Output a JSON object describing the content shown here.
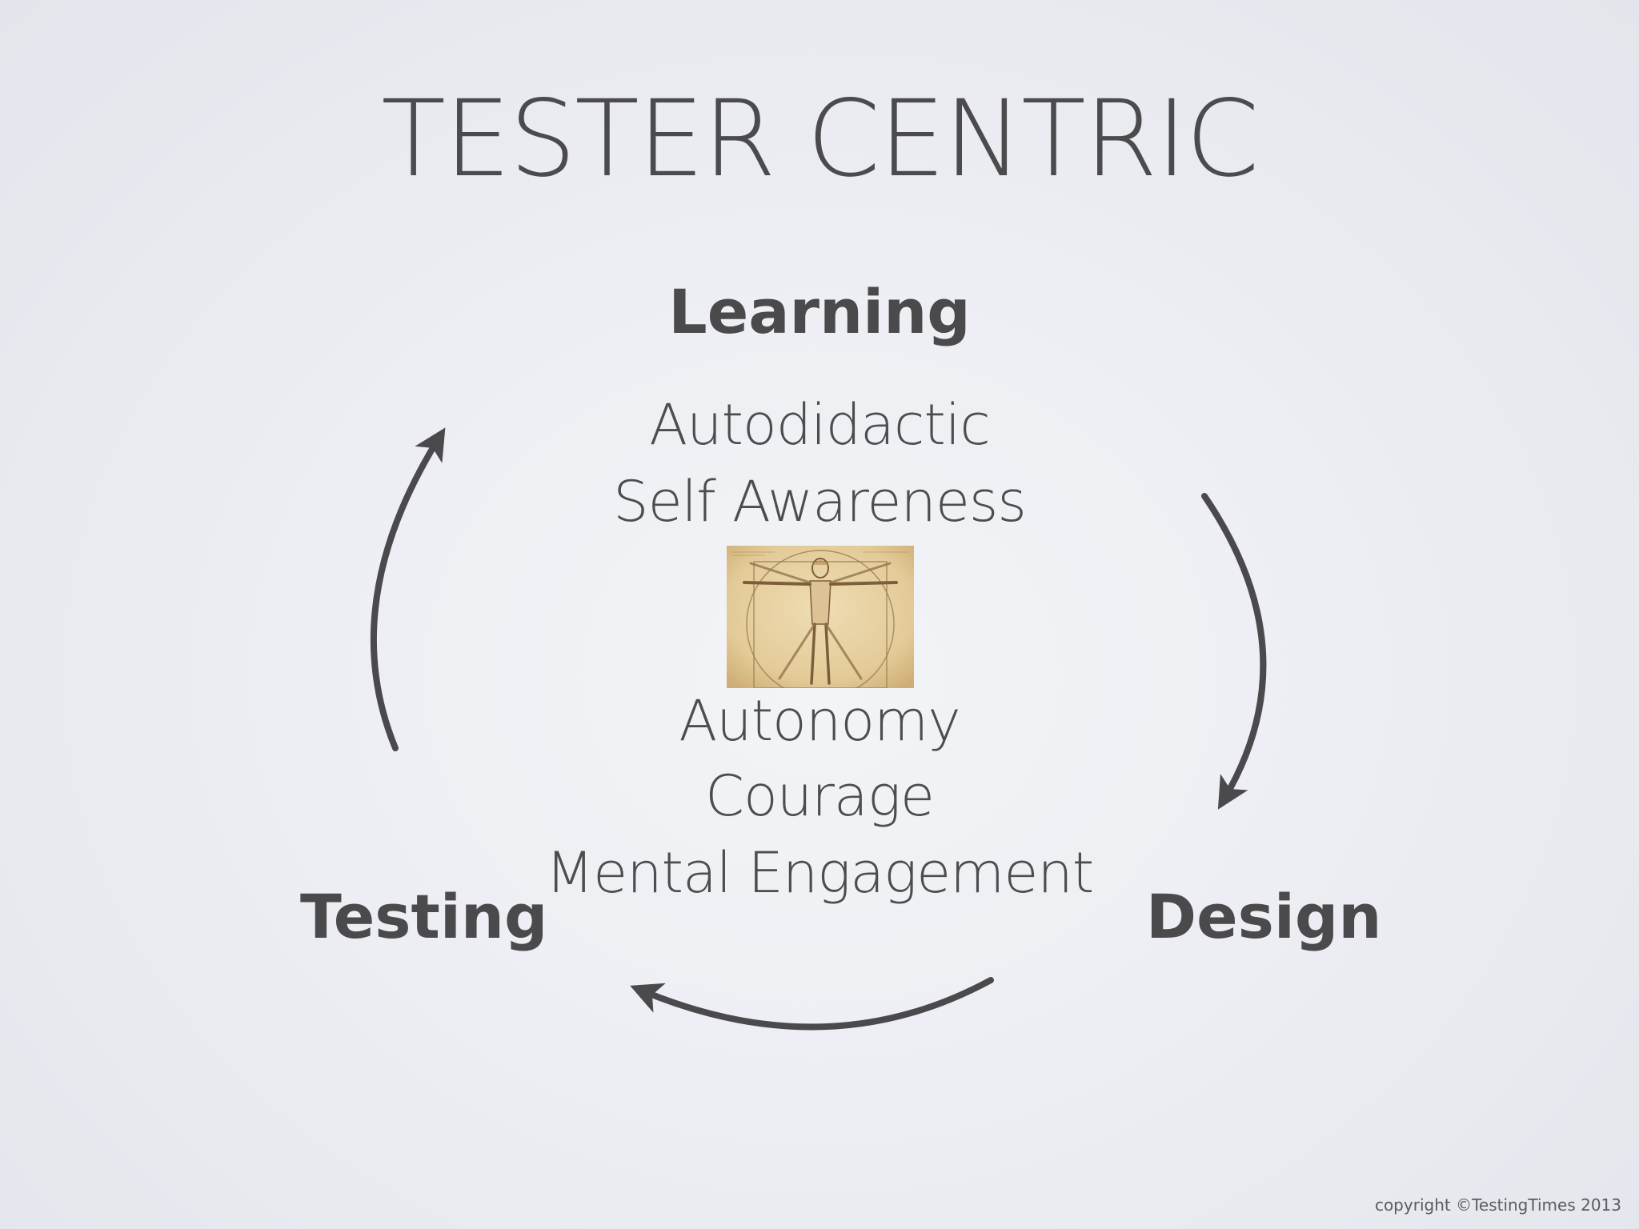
{
  "slide": {
    "title": "TESTER CENTRIC",
    "nodes": {
      "learning": "Learning",
      "testing": "Testing",
      "design": "Design"
    },
    "traits_upper": [
      "Autodidactic",
      "Self Awareness"
    ],
    "traits_lower": [
      "Autonomy",
      "Courage",
      "Mental Engagement"
    ],
    "center_image_icon": "vitruvian-man-icon",
    "copyright": "copyright ©TestingTimes 2013"
  },
  "colors": {
    "text": "#4a4a4c",
    "arrow": "#4a4a4c",
    "background": "#eceef3",
    "parchment": "#e7d3a6"
  }
}
